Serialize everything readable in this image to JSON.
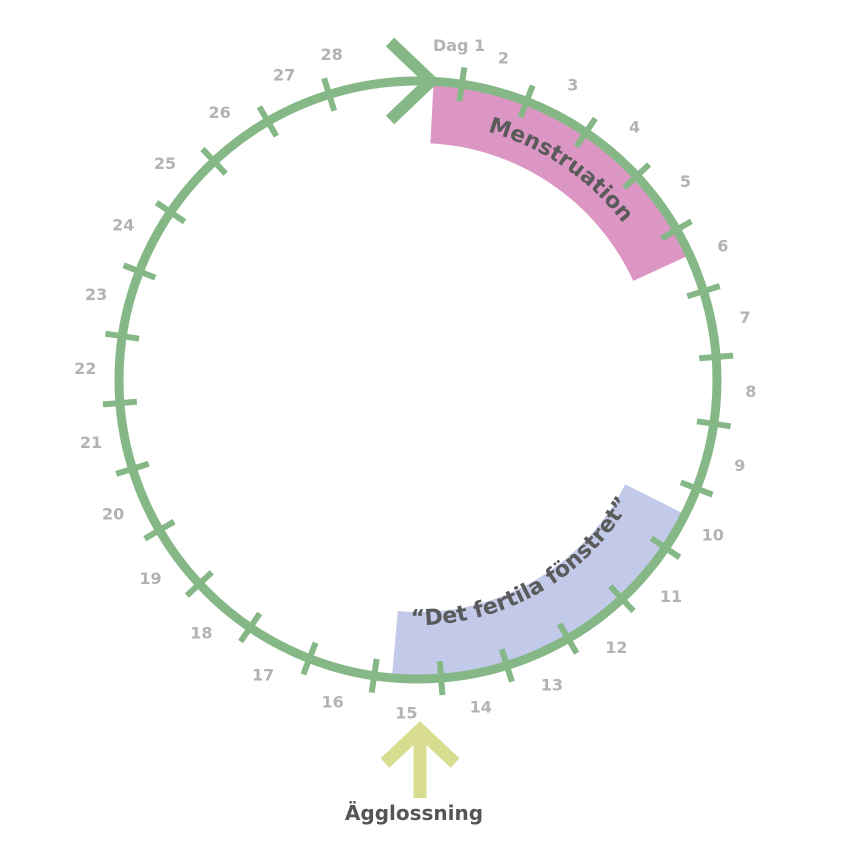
{
  "diagram": {
    "colors": {
      "ring": "#86b887",
      "menstruation": "#dc96c4",
      "fertile": "#c3c9e8",
      "ovulation_arrow": "#d8dc8e",
      "day_label": "#b3b3b3",
      "band_text": "#5a5a5a",
      "ovulation_text": "#555555"
    },
    "days": [
      "Dag 1",
      "2",
      "3",
      "4",
      "5",
      "6",
      "7",
      "8",
      "9",
      "10",
      "11",
      "12",
      "13",
      "14",
      "15",
      "16",
      "17",
      "18",
      "19",
      "20",
      "21",
      "22",
      "23",
      "24",
      "25",
      "26",
      "27",
      "28"
    ],
    "menstruation": {
      "label": "Menstruation",
      "from_day": 1,
      "to_day": 6
    },
    "fertile_window": {
      "label": "“Det fertila fönstret”",
      "from_day": 10,
      "to_day": 15
    },
    "ovulation": {
      "label": "Ägglossning",
      "day": 14.5
    },
    "start_arrow_icon": "chevron-right-icon",
    "ovulation_arrow_icon": "arrow-up-icon"
  }
}
